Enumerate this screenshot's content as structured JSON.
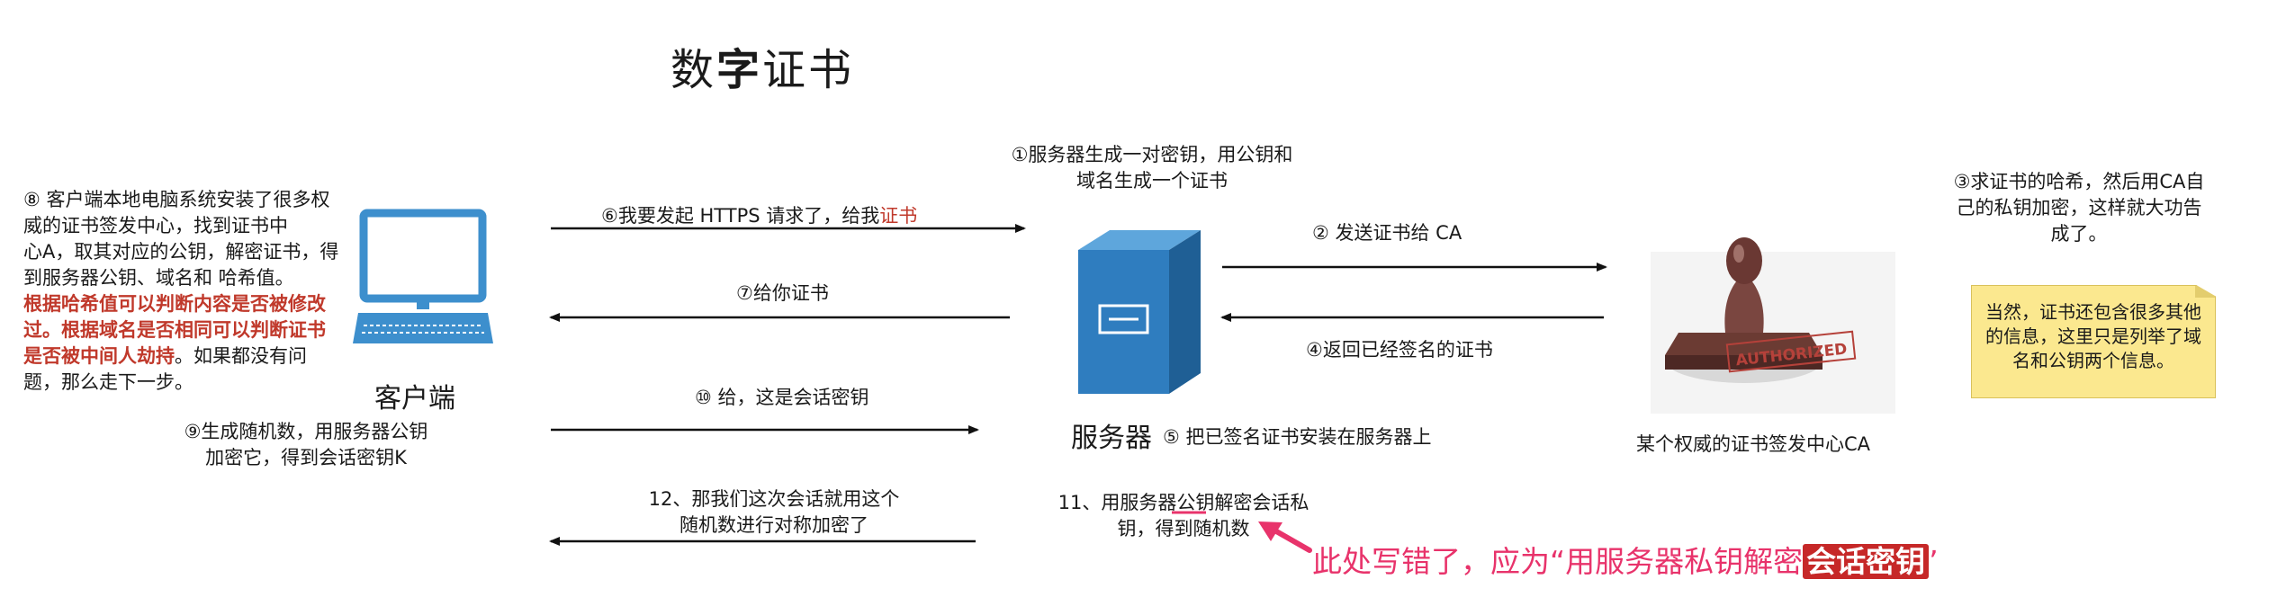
{
  "title": {
    "pre": "数",
    "bold": "字",
    "post": "证书"
  },
  "nodes": {
    "client": "客户端",
    "server": "服务器",
    "ca": "某个权威的证书签发中心CA"
  },
  "steps": {
    "s1": {
      "l1": "①服务器生成一对密钥，用公钥和",
      "l2": "域名生成一个证书"
    },
    "s2": "② 发送证书给 CA",
    "s3": {
      "l1": "③求证书的哈希，然后用CA自",
      "l2": "己的私钥加密，这样就大功告",
      "l3": "成了。"
    },
    "s4": "④返回已经签名的证书",
    "s5": "⑤ 把已签名证书安装在服务器上",
    "s6": {
      "pre": "⑥我要发起 HTTPS 请求了，给我",
      "red": "证书"
    },
    "s7": "⑦给你证书",
    "s8": {
      "l1": "⑧ 客户端本地电脑系统安装了很多权",
      "l2": "威的证书签发中心，找到证书中",
      "l3": "心A，取其对应的公钥，解密证书，得",
      "l4": "到服务器公钥、域名和 哈希值。",
      "r1": "根据哈希值可以判断内容是否被修改",
      "r2a": "过。",
      "r2b": "根据域名是否相同可以判断证书",
      "r3": "是否被中间人劫持",
      "r3b": "。如果都没有问",
      "l5": "题，那么走下一步。"
    },
    "s9": {
      "l1": "⑨生成随机数，用服务器公钥",
      "l2": "加密它，得到会话密钥K"
    },
    "s10": "⑩ 给，这是会话密钥",
    "s11": {
      "l1": "11、用服务器公钥解密会话私",
      "l2": "钥，得到随机数"
    },
    "s12": {
      "l1": "12、那我们这次会话就用这个",
      "l2": "随机数进行对称加密了"
    }
  },
  "note": {
    "l1": "当然，证书还包含很多其他",
    "l2": "的信息，这里只是列举了域",
    "l3": "名和公钥两个信息。"
  },
  "correction": {
    "pre": "此处写错了，应为“用服务器私钥解密",
    "hl": "会话密钥",
    "post": "’"
  },
  "stamp_text": "AUTHORIZED",
  "colors": {
    "accent_blue": "#3d8fcd",
    "server_blue": "#2f7dbf",
    "red_text": "#c0392b",
    "correction_pink": "#e8336b",
    "note_yellow": "#fbe88f"
  },
  "icons": {
    "client": "laptop-icon",
    "server": "server-tower-icon",
    "ca": "rubber-stamp-icon"
  }
}
